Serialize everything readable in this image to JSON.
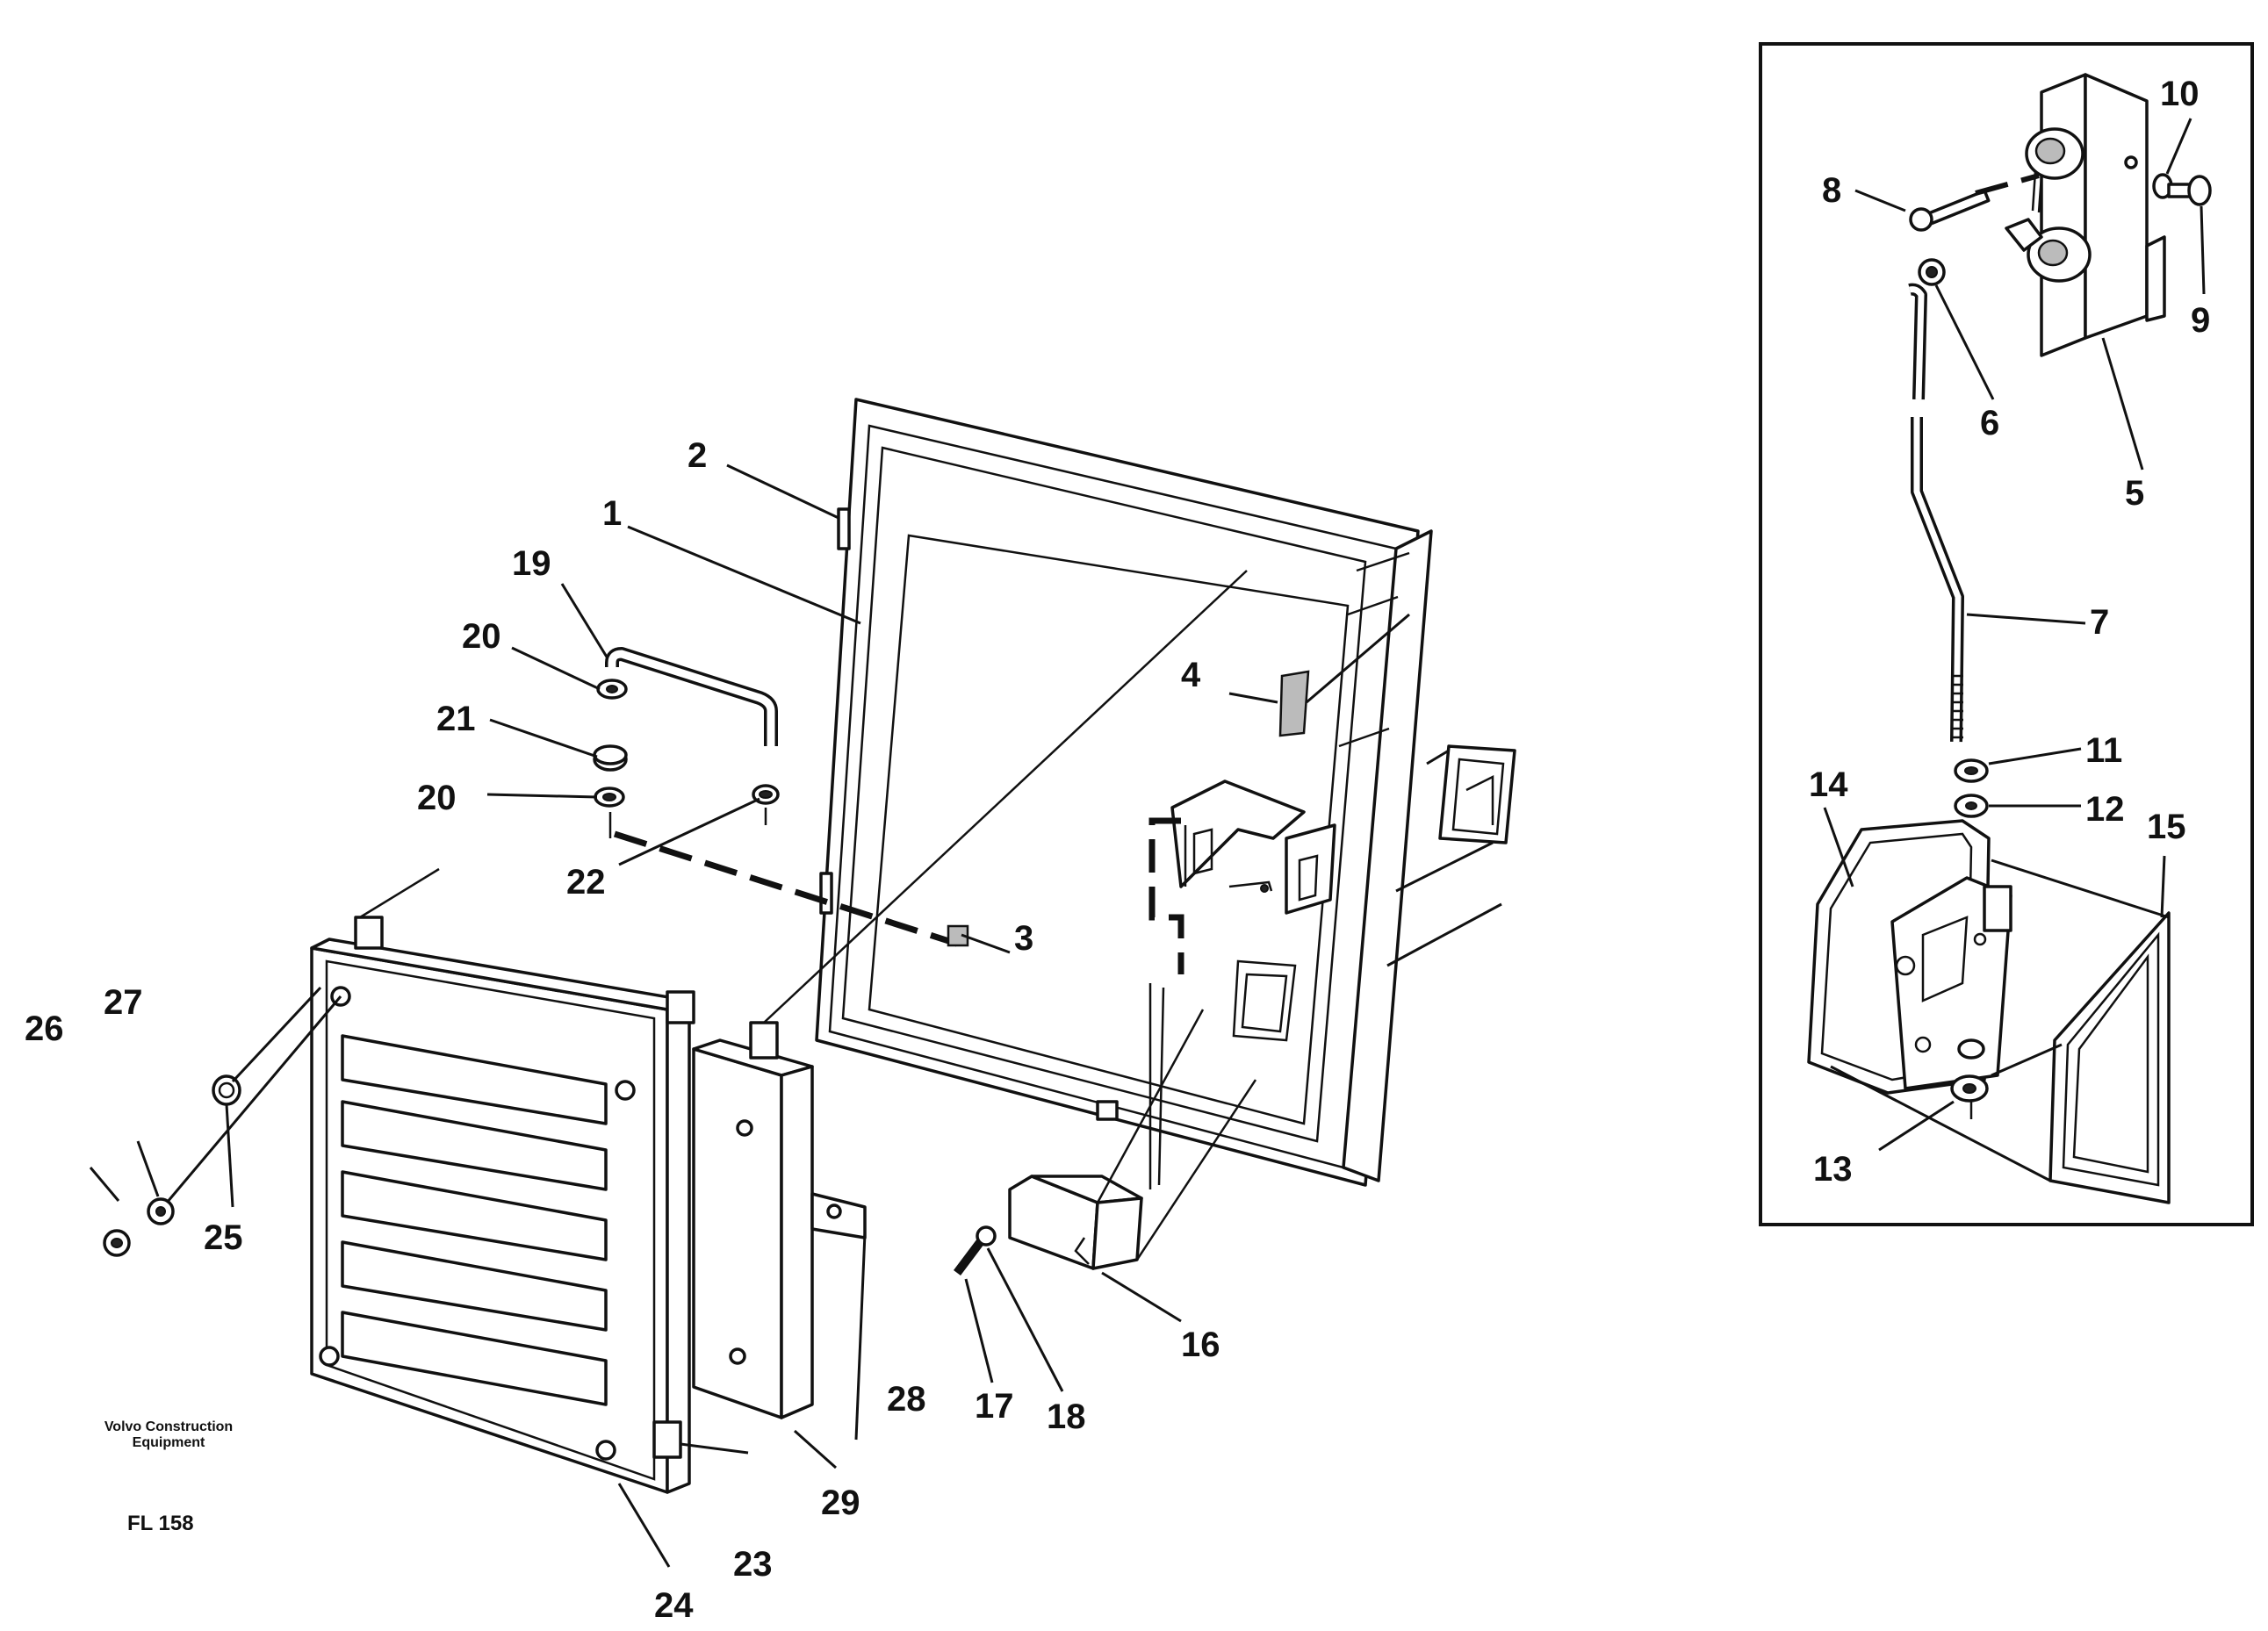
{
  "diagram": {
    "callouts": [
      "1",
      "2",
      "3",
      "4",
      "5",
      "6",
      "7",
      "8",
      "9",
      "10",
      "11",
      "12",
      "13",
      "14",
      "15",
      "16",
      "17",
      "18",
      "19",
      "20",
      "20",
      "21",
      "22",
      "23",
      "24",
      "25",
      "26",
      "27",
      "28",
      "29"
    ]
  },
  "footer": {
    "brand_line1": "Volvo Construction",
    "brand_line2": "Equipment",
    "code": "FL 158"
  }
}
